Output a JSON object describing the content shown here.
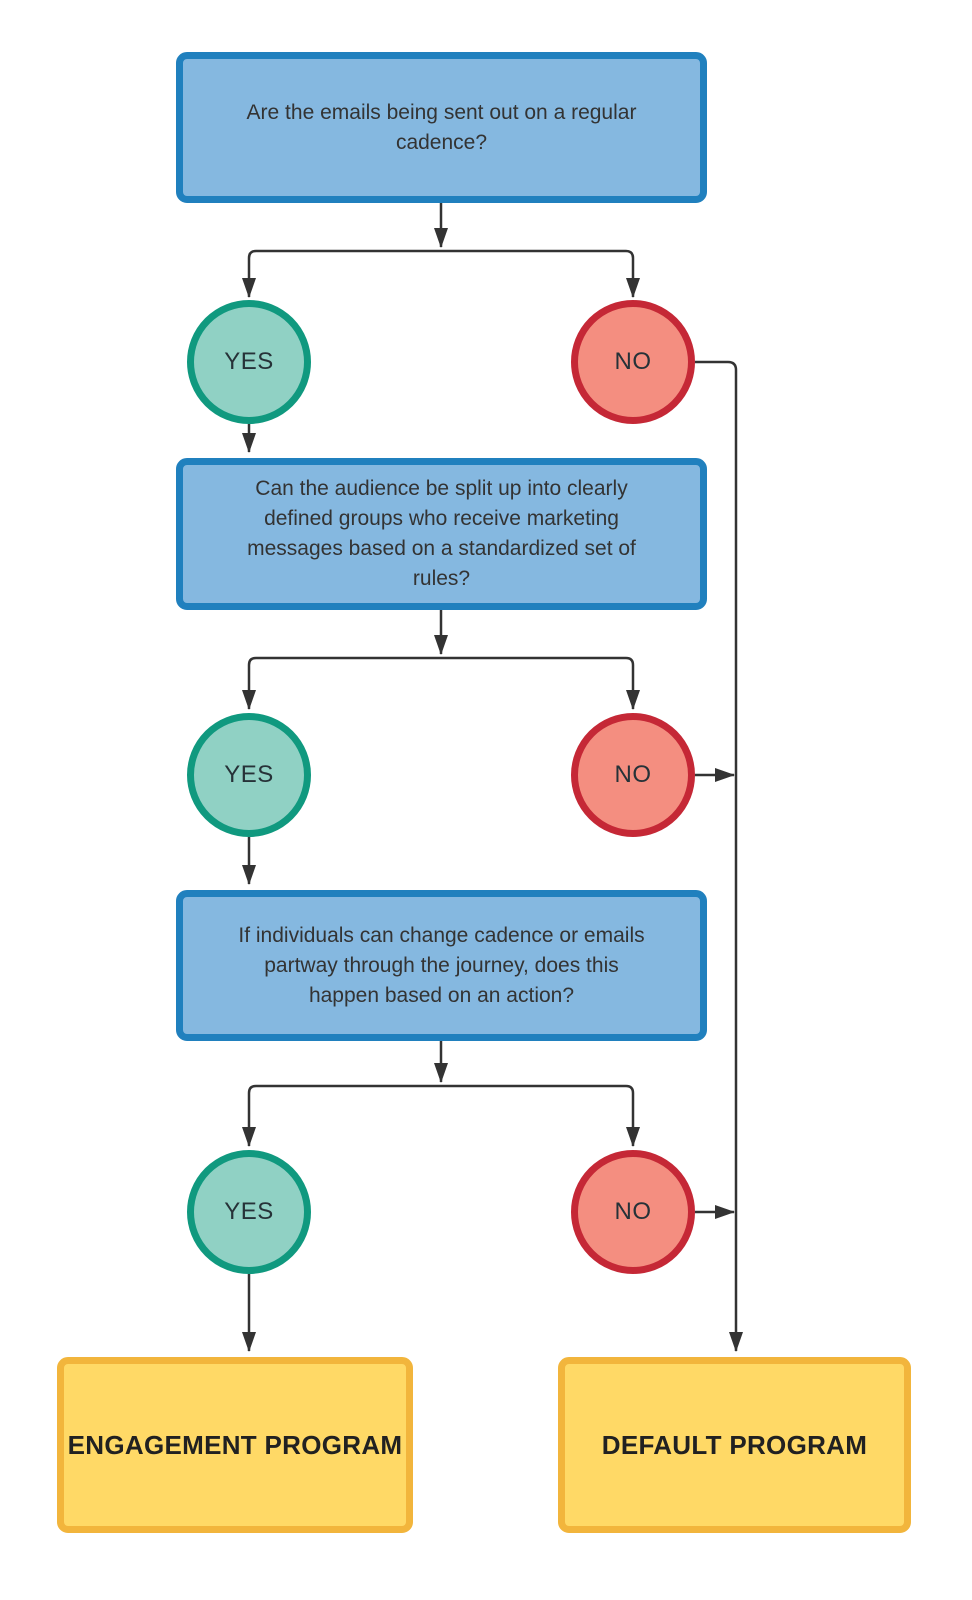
{
  "diagram": {
    "questions": [
      {
        "text": "Are the emails being sent out on a regular\ncadence?"
      },
      {
        "text": "Can the audience be split up into clearly\ndefined groups who receive marketing\nmessages based on a standardized set of\nrules?"
      },
      {
        "text": "If individuals can change cadence or emails\npartway through the journey, does this\nhappen based on an action?"
      }
    ],
    "answers": {
      "yes": "YES",
      "no": "NO"
    },
    "outcomes": {
      "engagement": "ENGAGEMENT PROGRAM",
      "default": "DEFAULT PROGRAM"
    },
    "colors": {
      "question_fill": "#85B8E0",
      "question_border": "#2080BE",
      "yes_fill": "#90D1C4",
      "yes_border": "#10997F",
      "no_fill": "#F48E80",
      "no_border": "#C52836",
      "outcome_fill": "#FFD966",
      "outcome_border": "#F2B53C",
      "connector": "#333333",
      "question_text": "#333333",
      "answer_text": "#263238",
      "outcome_text": "#212121"
    }
  }
}
